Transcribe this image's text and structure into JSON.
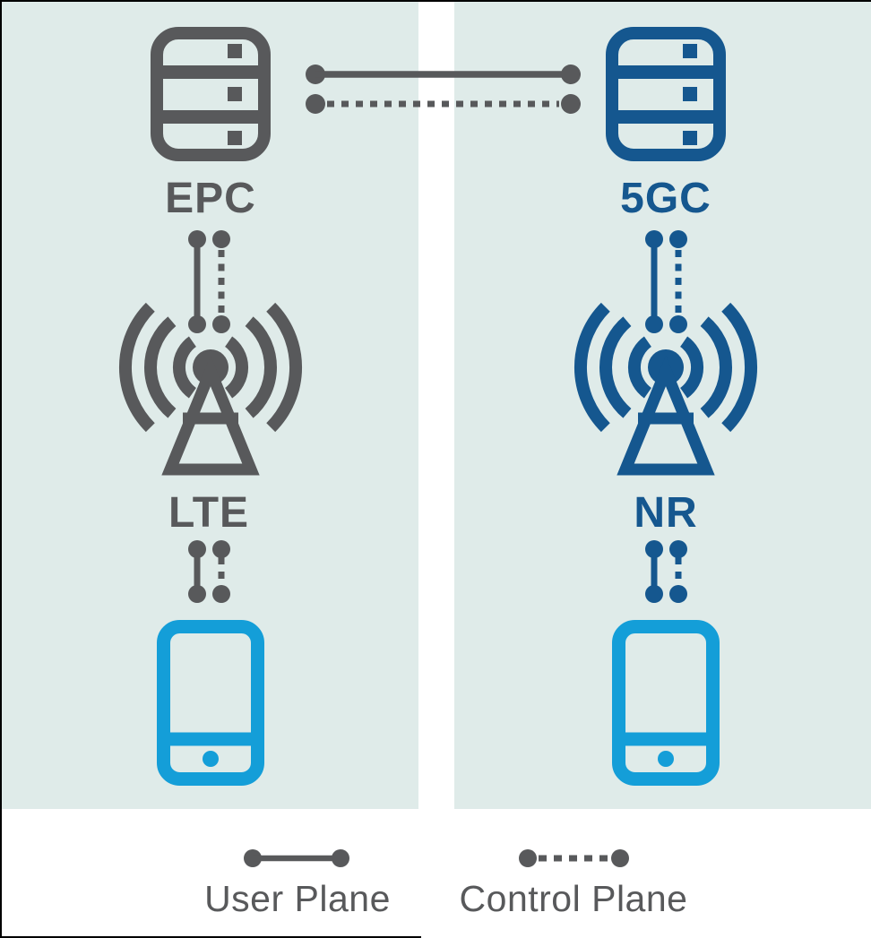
{
  "colors": {
    "page_bg": "#ffffff",
    "panel_bg": "#dfebe9",
    "gray": "#58595b",
    "blue_dark": "#15578f",
    "blue_light": "#149ed8",
    "legend_text": "#58595b",
    "edge": "#000000"
  },
  "diagram": {
    "lte_column": {
      "core": {
        "label": "EPC",
        "icon": "server-icon"
      },
      "ran": {
        "label": "LTE",
        "icon": "cell-tower-icon"
      },
      "device": {
        "icon": "smartphone-icon"
      }
    },
    "nr_column": {
      "core": {
        "label": "5GC",
        "icon": "server-icon"
      },
      "ran": {
        "label": "NR",
        "icon": "cell-tower-icon"
      },
      "device": {
        "icon": "smartphone-icon"
      }
    }
  },
  "legend": {
    "items": [
      {
        "label": "User Plane",
        "line_style": "solid"
      },
      {
        "label": "Control Plane",
        "line_style": "dashed"
      }
    ]
  }
}
